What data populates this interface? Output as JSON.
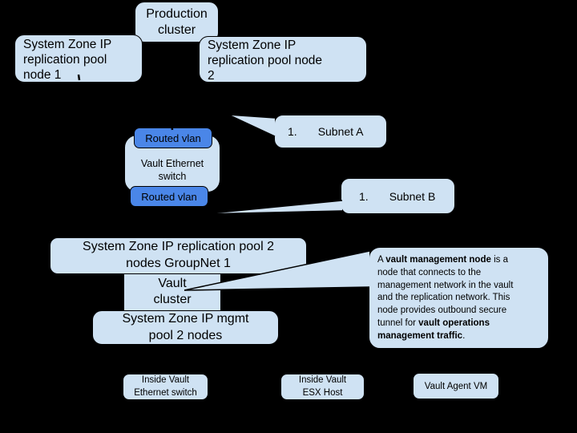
{
  "colors": {
    "background": "#000000",
    "box_fill": "#cfe2f3",
    "vlan_fill": "#4a86e8",
    "border": "#000000",
    "text": "#000000"
  },
  "nodes": {
    "production": {
      "label": "Production\ncluster"
    },
    "repl_node1": {
      "label": "System Zone IP\nreplication pool\nnode 1"
    },
    "repl_node2": {
      "label": "System Zone IP\nreplication pool node\n2"
    },
    "vault_switch": {
      "label": "Vault Ethernet\nswitch"
    },
    "routed_vlan_top": {
      "label": "Routed vlan"
    },
    "routed_vlan_bottom": {
      "label": "Routed vlan"
    },
    "subnet_a": {
      "number": "1.",
      "label": "Subnet A"
    },
    "subnet_b": {
      "number": "1.",
      "label": "Subnet B"
    },
    "groupnet": {
      "label": "System Zone IP replication pool 2\nnodes GroupNet 1"
    },
    "vault_cluster": {
      "label": "Vault\ncluster"
    },
    "mgmt_pool": {
      "label": "System Zone IP mgmt\npool 2 nodes"
    },
    "inside_switch": {
      "label": "Inside Vault\nEthernet switch"
    },
    "inside_esx": {
      "label": "Inside Vault\nESX Host"
    },
    "vault_agent": {
      "label": "Vault Agent VM"
    }
  },
  "note": {
    "lines": [
      [
        {
          "t": "A ",
          "b": false
        },
        {
          "t": "vault management node",
          "b": true
        },
        {
          "t": " is a",
          "b": false
        }
      ],
      [
        {
          "t": "node that connects to the",
          "b": false
        }
      ],
      [
        {
          "t": "management network in the vault",
          "b": false
        }
      ],
      [
        {
          "t": "and the replication network. This",
          "b": false
        }
      ],
      [
        {
          "t": "node provides outbound secure",
          "b": false
        }
      ],
      [
        {
          "t": "tunnel for ",
          "b": false
        },
        {
          "t": "vault operations",
          "b": true
        }
      ],
      [
        {
          "t": "management traffic",
          "b": true
        },
        {
          "t": ".",
          "b": false
        }
      ]
    ]
  }
}
